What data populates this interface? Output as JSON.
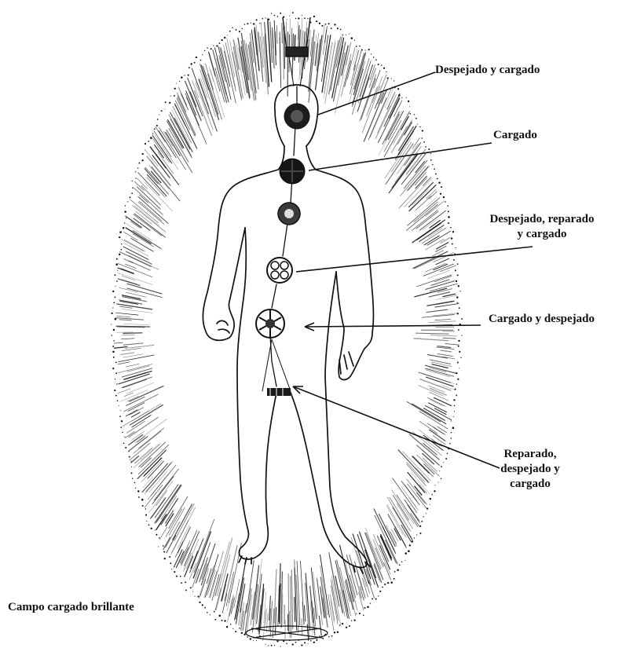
{
  "labels": {
    "crown": "Despejado y cargado",
    "throat": "Cargado",
    "solar_plexus_line1": "Despejado, reparado",
    "solar_plexus_line2": "y cargado",
    "sacral": "Cargado y despejado",
    "root_line1": "Reparado,",
    "root_line2": "despejado y",
    "root_line3": "cargado",
    "field": "Campo cargado brillante"
  },
  "colors": {
    "ink": "#111111",
    "background": "#ffffff"
  }
}
